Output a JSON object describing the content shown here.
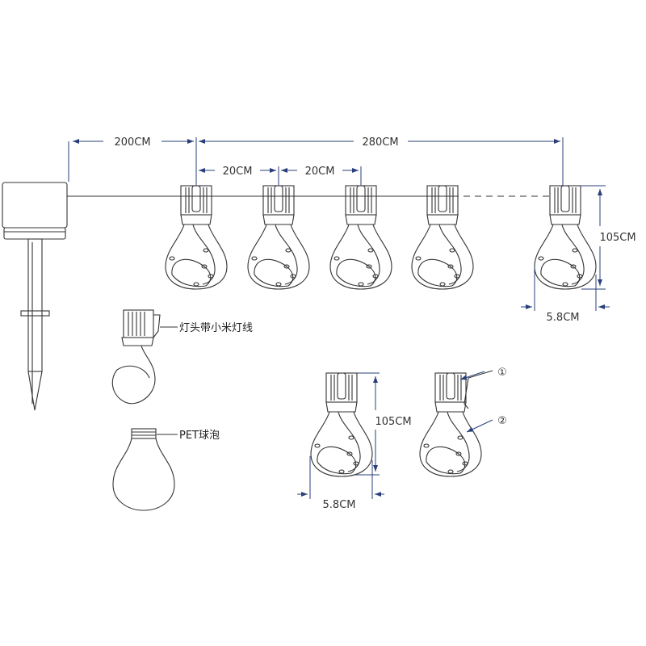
{
  "dimensions": {
    "panel_to_first_bulb": "200CM",
    "string_length": "280CM",
    "spacing_1": "20CM",
    "spacing_2": "20CM",
    "bulb_height": "105CM",
    "bulb_width": "5.8CM",
    "detail_bulb_height": "105CM",
    "detail_bulb_width": "5.8CM"
  },
  "labels": {
    "lamp_head": "灯头带小米灯线",
    "pet_bulb": "PET球泡",
    "callout_1": "①",
    "callout_2": "②"
  },
  "colors": {
    "line": "#333333",
    "dimension": "#2a3f7a"
  }
}
